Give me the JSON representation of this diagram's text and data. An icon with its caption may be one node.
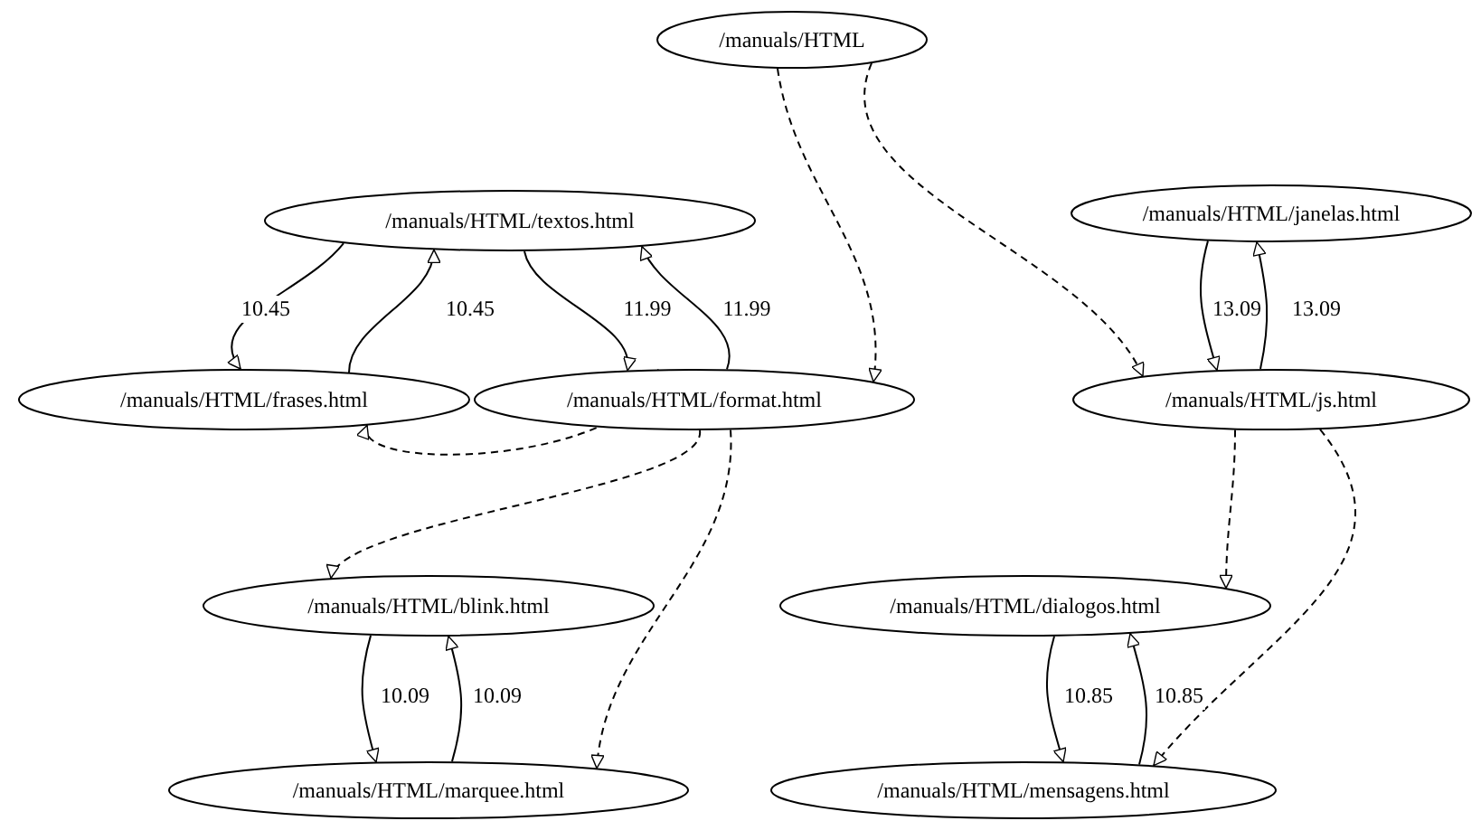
{
  "diagram": {
    "nodes": [
      {
        "text": [
          "/manuals/HTML"
        ]
      },
      {
        "text": [
          "/manuals/HTML/textos.html"
        ]
      },
      {
        "text": [
          "/manuals/HTML/janelas.html"
        ]
      },
      {
        "text": [
          "/manuals/HTML/frases.html"
        ]
      },
      {
        "text": [
          "/manuals/HTML/format.html"
        ]
      },
      {
        "text": [
          "/manuals/HTML/js.html"
        ]
      },
      {
        "text": [
          "/manuals/HTML/blink.html"
        ]
      },
      {
        "text": [
          "/manuals/HTML/dialogos.html"
        ]
      },
      {
        "text": [
          "/manuals/HTML/marquee.html"
        ]
      },
      {
        "text": [
          "/manuals/HTML/mensagens.html"
        ]
      }
    ],
    "edges": [
      {
        "from": 1,
        "to": 3,
        "arrow": "to",
        "label": "10.45"
      },
      {
        "from": 3,
        "to": 1,
        "arrow": "to",
        "label": "10.45"
      },
      {
        "from": 1,
        "to": 4,
        "arrow": "to",
        "label": "11.99"
      },
      {
        "from": 4,
        "to": 1,
        "arrow": "to",
        "label": "11.99"
      },
      {
        "from": 0,
        "to": 4,
        "arrow": "to",
        "style": "dashed"
      },
      {
        "from": 0,
        "to": 5,
        "arrow": "to",
        "style": "dashed"
      },
      {
        "from": 4,
        "to": 3,
        "arrow": "to",
        "style": "dashed"
      },
      {
        "from": 4,
        "to": 6,
        "arrow": "to",
        "style": "dashed"
      },
      {
        "from": 4,
        "to": 8,
        "arrow": "to",
        "style": "dashed"
      },
      {
        "from": 2,
        "to": 5,
        "arrow": "to",
        "label": "13.09"
      },
      {
        "from": 5,
        "to": 2,
        "arrow": "to",
        "label": "13.09"
      },
      {
        "from": 5,
        "to": 7,
        "arrow": "to",
        "style": "dashed"
      },
      {
        "from": 5,
        "to": 9,
        "arrow": "to",
        "style": "dashed"
      },
      {
        "from": 6,
        "to": 8,
        "arrow": "to",
        "label": "10.09"
      },
      {
        "from": 8,
        "to": 6,
        "arrow": "to",
        "label": "10.09"
      },
      {
        "from": 7,
        "to": 9,
        "arrow": "to",
        "label": "10.85"
      },
      {
        "from": 9,
        "to": 7,
        "arrow": "to",
        "label": "10.85"
      }
    ]
  }
}
